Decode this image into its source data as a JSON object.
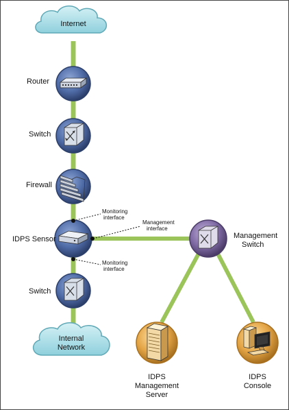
{
  "nodes": {
    "internet": "Internet",
    "router": "Router",
    "switch_top": "Switch",
    "firewall": "Firewall",
    "idps_sensor": "IDPS Sensor",
    "switch_bottom": "Switch",
    "internal_network_1": "Internal",
    "internal_network_2": "Network",
    "management_switch_1": "Management",
    "management_switch_2": "Switch",
    "mgmt_server_1": "IDPS",
    "mgmt_server_2": "Management",
    "mgmt_server_3": "Server",
    "console_1": "IDPS",
    "console_2": "Console"
  },
  "interfaces": {
    "monitoring_top_1": "Monitoring",
    "monitoring_top_2": "interface",
    "management_1": "Management",
    "management_2": "interface",
    "monitoring_bottom_1": "Monitoring",
    "monitoring_bottom_2": "interface"
  },
  "colors": {
    "link": "#9bc45a",
    "node_blue": "#4f6ba6",
    "node_purple": "#7f6aa3",
    "node_orange": "#e3a445",
    "cloud": "#a9dfe8"
  }
}
